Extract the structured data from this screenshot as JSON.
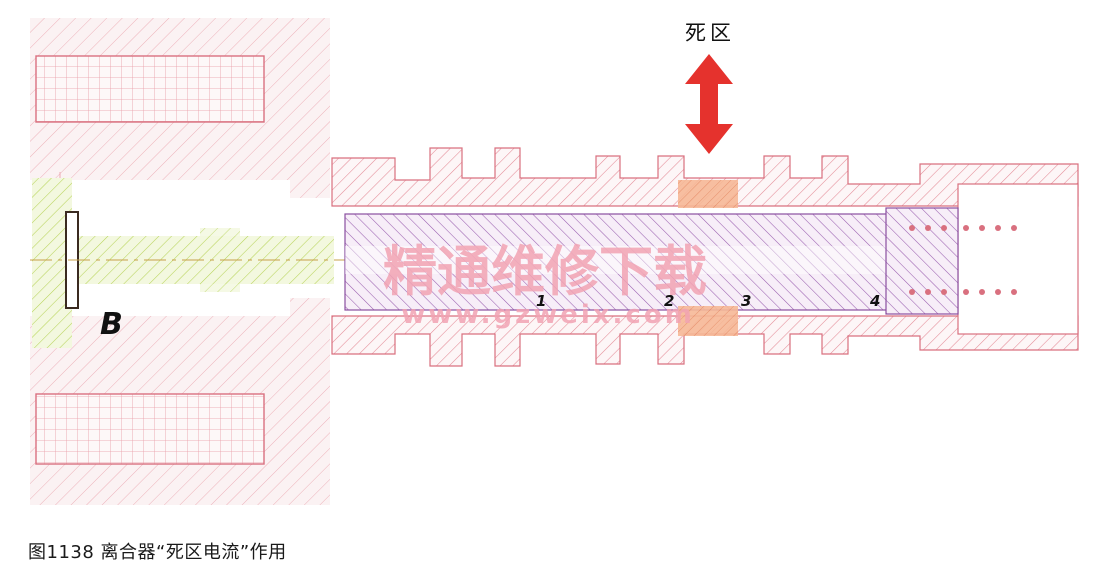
{
  "figure": {
    "dead_zone_label": "死区",
    "label_b": "B",
    "port_labels": [
      "1",
      "2",
      "3",
      "4"
    ],
    "watermark_cn": "精通维修下载",
    "watermark_url": "www.gzweix.com",
    "caption": "图1138   离合器“死区电流”作用"
  },
  "colors": {
    "hatch_pink": "#e48a96",
    "hatch_purple": "#9a5fb0",
    "hatch_green": "#b8d45a",
    "arrow_red": "#e5322d",
    "dead_zone_fill": "#f0a080",
    "watermark": "#f2a3b3"
  }
}
